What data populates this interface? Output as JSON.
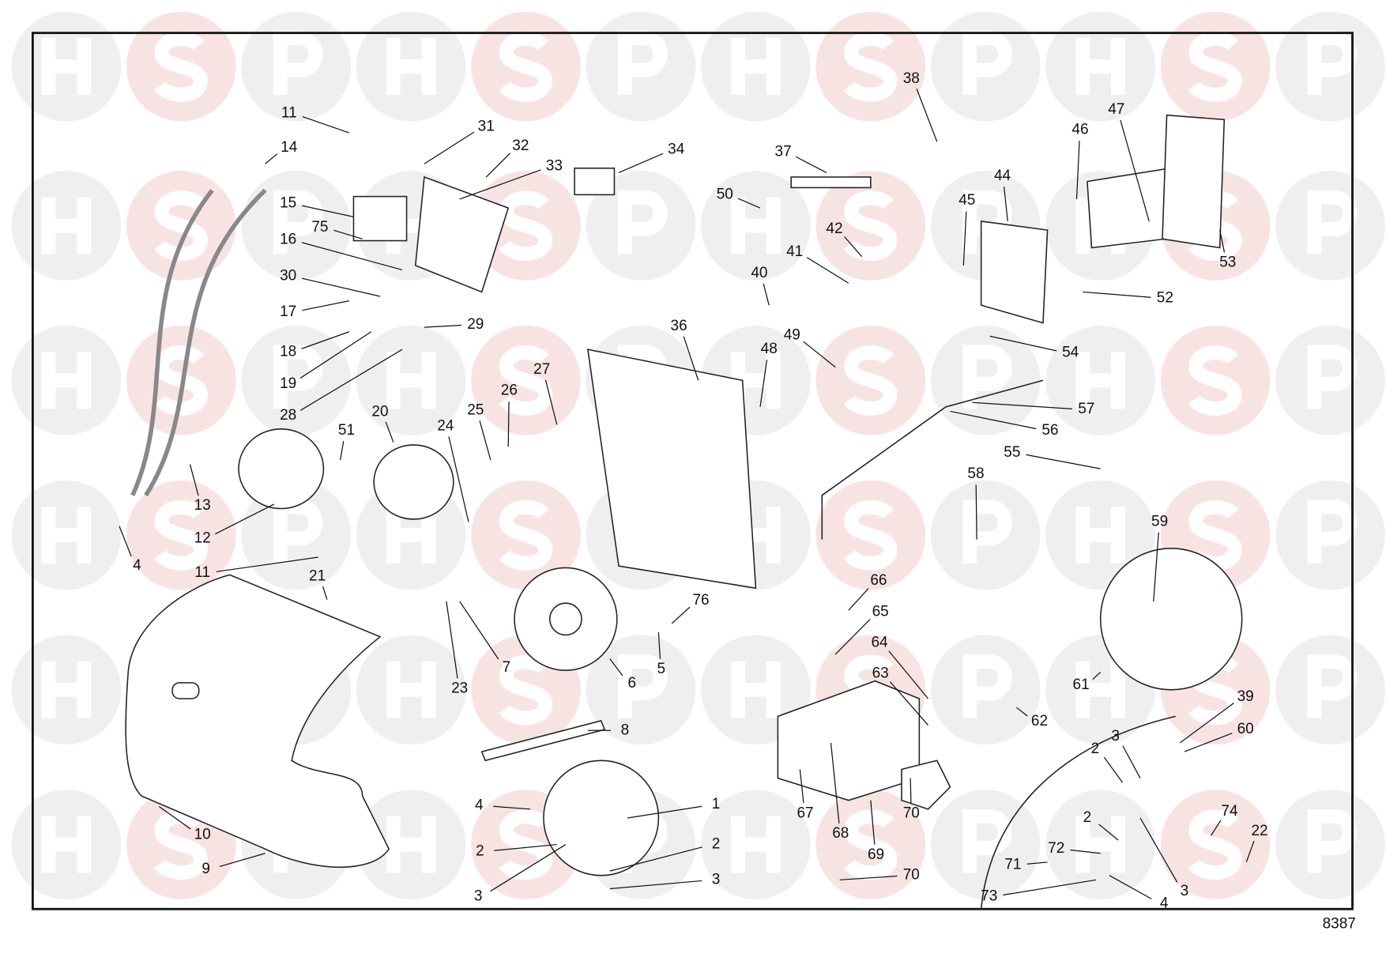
{
  "watermark": {
    "letters": [
      "H",
      "S",
      "P"
    ],
    "colors": {
      "plain": "#efefef",
      "accent": "#f8e3e3"
    }
  },
  "drawing_number": "8387",
  "callouts": [
    "11",
    "31",
    "32",
    "14",
    "33",
    "34",
    "15",
    "75",
    "16",
    "30",
    "17",
    "29",
    "18",
    "19",
    "28",
    "20",
    "51",
    "24",
    "25",
    "26",
    "27",
    "13",
    "12",
    "4",
    "11",
    "21",
    "23",
    "7",
    "6",
    "5",
    "76",
    "8",
    "10",
    "9",
    "36",
    "38",
    "37",
    "50",
    "42",
    "41",
    "40",
    "48",
    "49",
    "44",
    "45",
    "46",
    "47",
    "53",
    "52",
    "54",
    "57",
    "56",
    "55",
    "58",
    "59",
    "66",
    "65",
    "64",
    "63",
    "62",
    "39",
    "60",
    "3",
    "2",
    "61",
    "67",
    "68",
    "69",
    "70",
    "70",
    "71",
    "72",
    "73",
    "74",
    "22",
    "2",
    "3",
    "4",
    "1",
    "4",
    "2",
    "2",
    "3",
    "3"
  ]
}
